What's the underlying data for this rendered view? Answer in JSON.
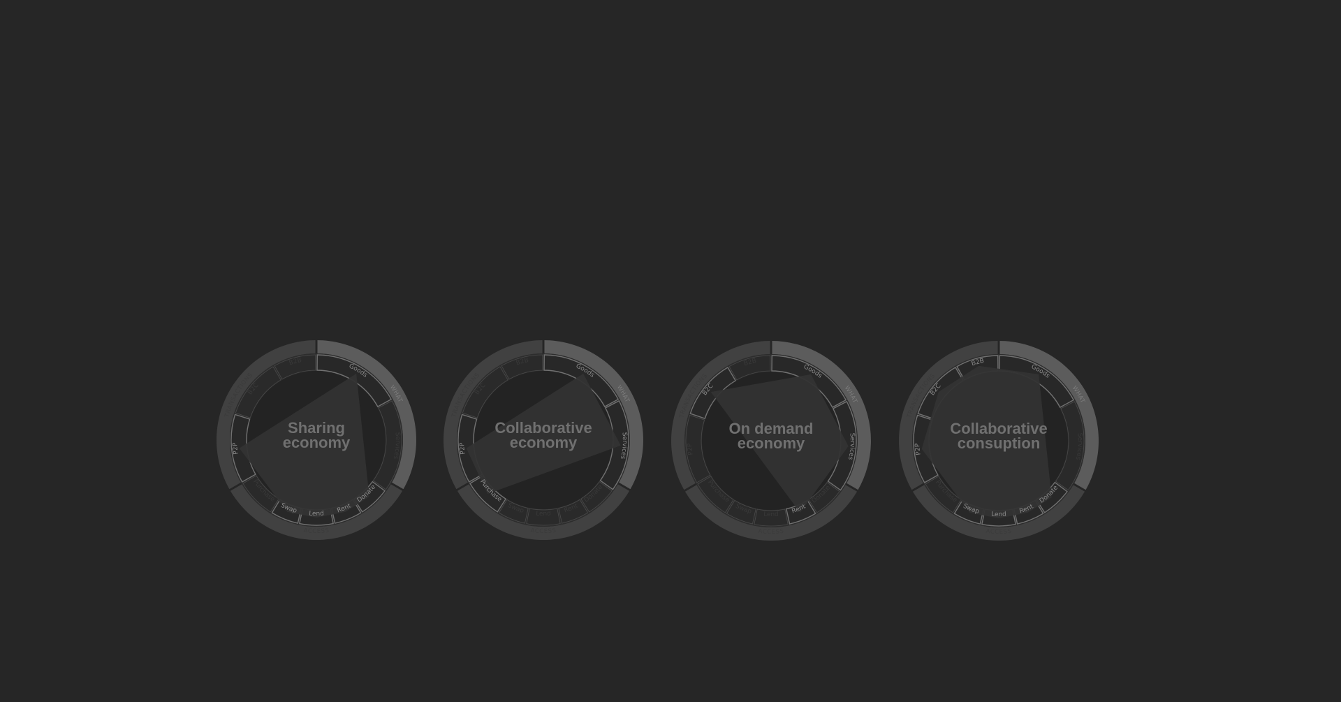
{
  "colors": {
    "background": "#262626",
    "outer_ring_active": "#5c5c5c",
    "outer_ring_dim": "#414141",
    "dial_face": "#2d2d2d",
    "inner_disc": "#232323",
    "segment_line": "#4a4a4a",
    "active_stroke": "#717171",
    "label_active": "#8c8c8c",
    "label_dim": "#393939",
    "polygon_fill": "#333333",
    "title": "#707070",
    "axis_label": "#3b3b3b"
  },
  "axes": {
    "what": "WHAT",
    "access": "ACCESS",
    "transactions": "TRANSACTIONS"
  },
  "segments": [
    {
      "id": "goods",
      "label": "Goods"
    },
    {
      "id": "services",
      "label": "Services"
    },
    {
      "id": "donate",
      "label": "Donate"
    },
    {
      "id": "rent",
      "label": "Rent"
    },
    {
      "id": "lend",
      "label": "Lend"
    },
    {
      "id": "swap",
      "label": "Swap"
    },
    {
      "id": "purchase",
      "label": "Purchase"
    },
    {
      "id": "p2p",
      "label": "P2P"
    },
    {
      "id": "b2c",
      "label": "B2C"
    },
    {
      "id": "b2b",
      "label": "B2B"
    }
  ],
  "dials": [
    {
      "name": "sharing-economy",
      "title_lines": [
        "Sharing",
        "economy"
      ],
      "active": [
        "goods",
        "donate",
        "rent",
        "lend",
        "swap",
        "p2p"
      ]
    },
    {
      "name": "collaborative-economy",
      "title_lines": [
        "Collaborative",
        "economy"
      ],
      "active": [
        "goods",
        "services",
        "purchase",
        "p2p"
      ]
    },
    {
      "name": "on-demand-economy",
      "title_lines": [
        "On demand",
        "economy"
      ],
      "active": [
        "goods",
        "services",
        "rent",
        "b2c"
      ]
    },
    {
      "name": "collaborative-consuption",
      "title_lines": [
        "Collaborative",
        "consuption"
      ],
      "active": [
        "goods",
        "donate",
        "rent",
        "lend",
        "swap",
        "p2p",
        "b2c",
        "b2b"
      ]
    }
  ]
}
